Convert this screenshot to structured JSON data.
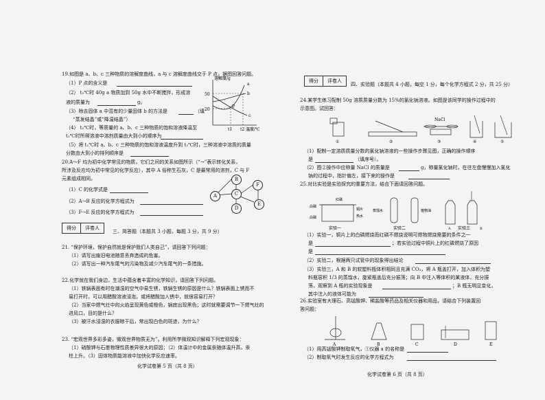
{
  "left": {
    "q19": {
      "stem": "19.如图是 a、b、c 三种物质的溶解度曲线，a 与 c 溶解度曲线交于 P 点，据图回答问题。",
      "p1": "（1）P 点的含义是",
      "p2": "（2） t₂℃时 40g a 物质加到 50g 水中不断搅拌，形成溶",
      "p2b": "液的质量为",
      "p2c": "g。",
      "p3": "（3）除去固体 a 中混有的少量固体 b 的方法是",
      "p3b": "（填",
      "p3c": "“蒸发结晶”或“降温结晶”）",
      "p4": "（4） t₂℃时，等质量的 a、b、c 三种物质的饱和溶液降温至",
      "p4b": "t₁℃时所得溶液中溶剂质量由大到小的顺序为",
      "p5": "（5）将 t₁℃时 a、b、c 三种物质的饱和溶液温度升到 t₂℃时，三种溶液中溶质的质量",
      "p5b": "分数由大到小的排列顺序是",
      "graph": {
        "ylabel": "溶解度/g",
        "xlabel": "温度/℃",
        "y50": "50",
        "y20": "20",
        "t1": "t1",
        "t2": "t2",
        "a": "a",
        "b": "b",
        "c": "c",
        "p": "P"
      }
    },
    "q20": {
      "stem": "20.A～F 均为初中化学常见的物质，它们之间的关系如图所示（“→”表示转化关系，",
      "stem2": "所涉及反应均为初中常见的化学反应），其中 A 俗称生石灰，C 是最常用的溶剂，C 与 F",
      "stem3": "元素组成相同。",
      "p1": "（1）C 的化学式是",
      "p2": "（2）A→B 反应的化学方程式为",
      "p3": "（3）F→E 反应的化学方程式为",
      "nodes": [
        "A",
        "B",
        "C",
        "D",
        "E",
        "F"
      ]
    },
    "score": {
      "defen": "得分",
      "pingjuanren": "评卷人"
    },
    "section3": "三、简答题（本题共 3 小题，每题 3 分，共 9 分）",
    "q21": {
      "stem": "21. “保护环境，保护自然就是保护我们人类自己”，请回答下列问题：",
      "p1": "（1）请写出废旧电池随意丢弃造成的危害。",
      "p2": "（2）请写出一种汽车尾气的污染物及减少汽车尾气的一条措施。"
    },
    "q22": {
      "stem": "22.化学就在我们身边，生活中蕴含着丰富的化学知识，请回答下列问题。",
      "p1": "（1）铁锅表面有时在潮湿的空气中易生锈，铁锅生锈的原因是什么？铁锅表面上锈而不",
      "p1b": "易打开时，可以用醋酸溶液浸泡，或将醋酸加入锈中，就很容易打开？",
      "p2": "（2）当家中燃气灶中的火焰呈现黄色或橙色，锅底出现黑色；这时就需要调节一下燃气灶的",
      "p2b": "进风口，目的是什么？",
      "p3": "（3）被汗水浸湿的衣服晾干后，常出现白色的斑迹，为什么？"
    },
    "q23": {
      "stem": "23. “宏观世界多彩多姿，微观世界物质无为”。利用所学微观知识解释下列宏观现象：",
      "p1": "（1）硝酸钾与石墨物理性质差异很大的原因；（2）体温计中的金属汞随体温升高，汞",
      "p1b": "柱上升。（3）固体物质能溶液中加快化学反应速率。"
    },
    "footer": "化学试卷第 5 页（共 8 页）"
  },
  "right": {
    "score": {
      "defen": "得分",
      "pingjuanren": "评卷人"
    },
    "section4": "四、实验题（本题共 4 小题，每空 1 分，每个化学方程式 2 分，共 25 分）",
    "q24": {
      "stem": "24.某学生练习配制 50g 溶质质量分数为 15%的氯化钠溶液。如图是该同学的操作过程中的",
      "stem2": "示意图。试回答：",
      "labels": [
        "①",
        "②",
        "③",
        "④",
        "⑤"
      ],
      "nacl": "NaCl",
      "p1": "（1）配制一定溶质质量分数的氯化钠溶液的一些操作步骤见图，正确的操作顺序",
      "p1b": "是",
      "p1c": "（填序号）。",
      "p2": "（2）图②操作中应称量 NaCl 的质量是",
      "p2b": "g，称量氯化钠时，在往左盘慢慢加入氯化",
      "p2c": "钠的过程中，指针偏左，接下来的操作是"
    },
    "q25": {
      "stem": "25.对比实验是实验探究的重要方法，结合下面请回答问题。",
      "labels": [
        "实验一",
        "实验二",
        "实验三"
      ],
      "small": [
        "白磷",
        "红磷",
        "铜片",
        "热水",
        "白磷",
        "植物油",
        "蒸馏水",
        "A",
        "B"
      ],
      "p1": "（1）实验一，铜片上的白磷燃烧而红磷不燃烧说明可燃物燃烧需要的条件之一",
      "p1b": "是",
      "p1c": "；若实验过程中铜片上的红磷燃烧了原因",
      "p1d": "是",
      "p2": "（2）实验二，根据两只试管中的现象得出结论",
      "p3": "（3）实验三，A 和 B 的软塑料瓶体积相同且充满 CO₂，将 A 瓶盖打开，加入体积为塑",
      "p3b": "料瓶容积 1/3 的蒸馏水，旋紧瓶盖后充分振荡；向 B 中注入等体积的某液体，充分振",
      "p3c": "荡，观察到 A 瓶的实验现象是",
      "p3d": "；B 瓶无明显变化，",
      "p3e": "其中注入的液体可能为"
    },
    "q26": {
      "stem": "26.实验室有大理石、高锰酸钾、稀盐酸等药品及相关仪器和用品，请结合下列装置回",
      "stem2": "答问题：",
      "labels": [
        "A",
        "B",
        "C",
        "D",
        "E"
      ],
      "p1": "（1）用高锰酸钾制取氧气，①仪器 a 的名称是",
      "p2": "（2）制取氧气时发生反应的化学方程式为"
    },
    "footer": "化学试卷第 6 页（共 8 页）"
  }
}
